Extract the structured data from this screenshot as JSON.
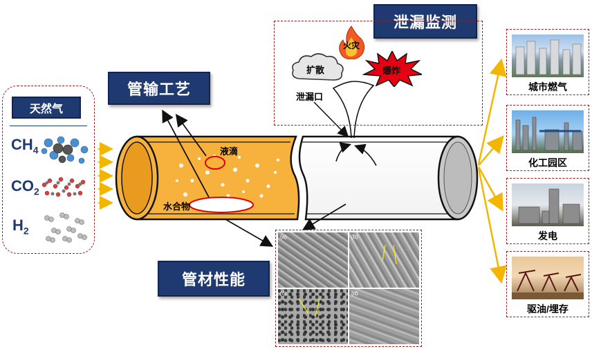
{
  "sections": {
    "transport_process": "管输工艺",
    "leak_monitoring": "泄漏监测",
    "pipe_performance": "管材性能"
  },
  "gas": {
    "title": "天然气",
    "components": [
      {
        "base": "CH",
        "sub": "4"
      },
      {
        "base": "CO",
        "sub": "2"
      },
      {
        "base": "H",
        "sub": "2"
      }
    ]
  },
  "pipeline": {
    "droplet_label": "液滴",
    "hydrate_label": "水合物"
  },
  "leak": {
    "spread_label": "扩散",
    "fire_label": "火灾",
    "explosion_label": "爆炸",
    "leak_port_label": "泄漏口"
  },
  "micrographs": [
    {
      "tag": "(a)"
    },
    {
      "tag": "(b)"
    },
    {
      "tag": "(c)"
    },
    {
      "tag": "(d)"
    }
  ],
  "applications": [
    {
      "label": "城市燃气"
    },
    {
      "label": "化工园区"
    },
    {
      "label": "发电"
    },
    {
      "label": "驱油/埋存"
    }
  ],
  "colors": {
    "title_bg": "#1f3a70",
    "dashed_border": "#9b1c1c",
    "arrow_yellow": "#f2b600",
    "gas_orange": "#f6b23c",
    "red_ring": "#e00000"
  }
}
